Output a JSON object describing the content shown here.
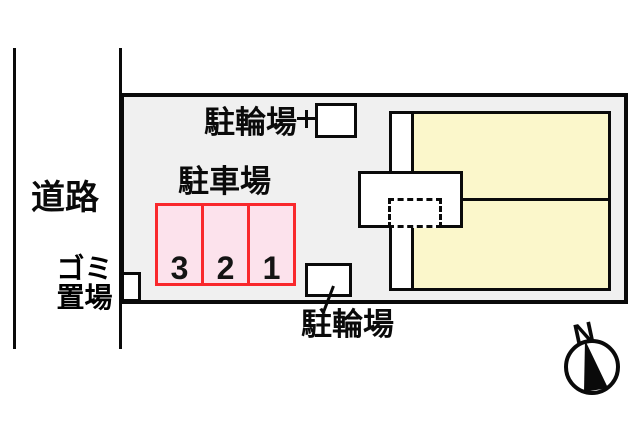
{
  "labels": {
    "road": "道路",
    "bicycle_parking_top": "駐輪場",
    "car_parking": "駐車場",
    "garbage_line1": "ゴミ",
    "garbage_line2": "置場",
    "bicycle_parking_bottom": "駐輪場",
    "compass_north": "N"
  },
  "parking_stalls": [
    {
      "number": "3"
    },
    {
      "number": "2"
    },
    {
      "number": "1"
    }
  ],
  "icons": [
    {
      "name": "compass-north-icon",
      "shape": "circle-with-black-needle"
    }
  ],
  "colors": {
    "background": "#ffffff",
    "site_fill": "#f0f0f0",
    "line": "#0a0a0a",
    "building_room_fill": "#fbf7cb",
    "parking_fill": "#fce2ec",
    "parking_border": "#f9282c",
    "box_fill": "#ffffff"
  }
}
